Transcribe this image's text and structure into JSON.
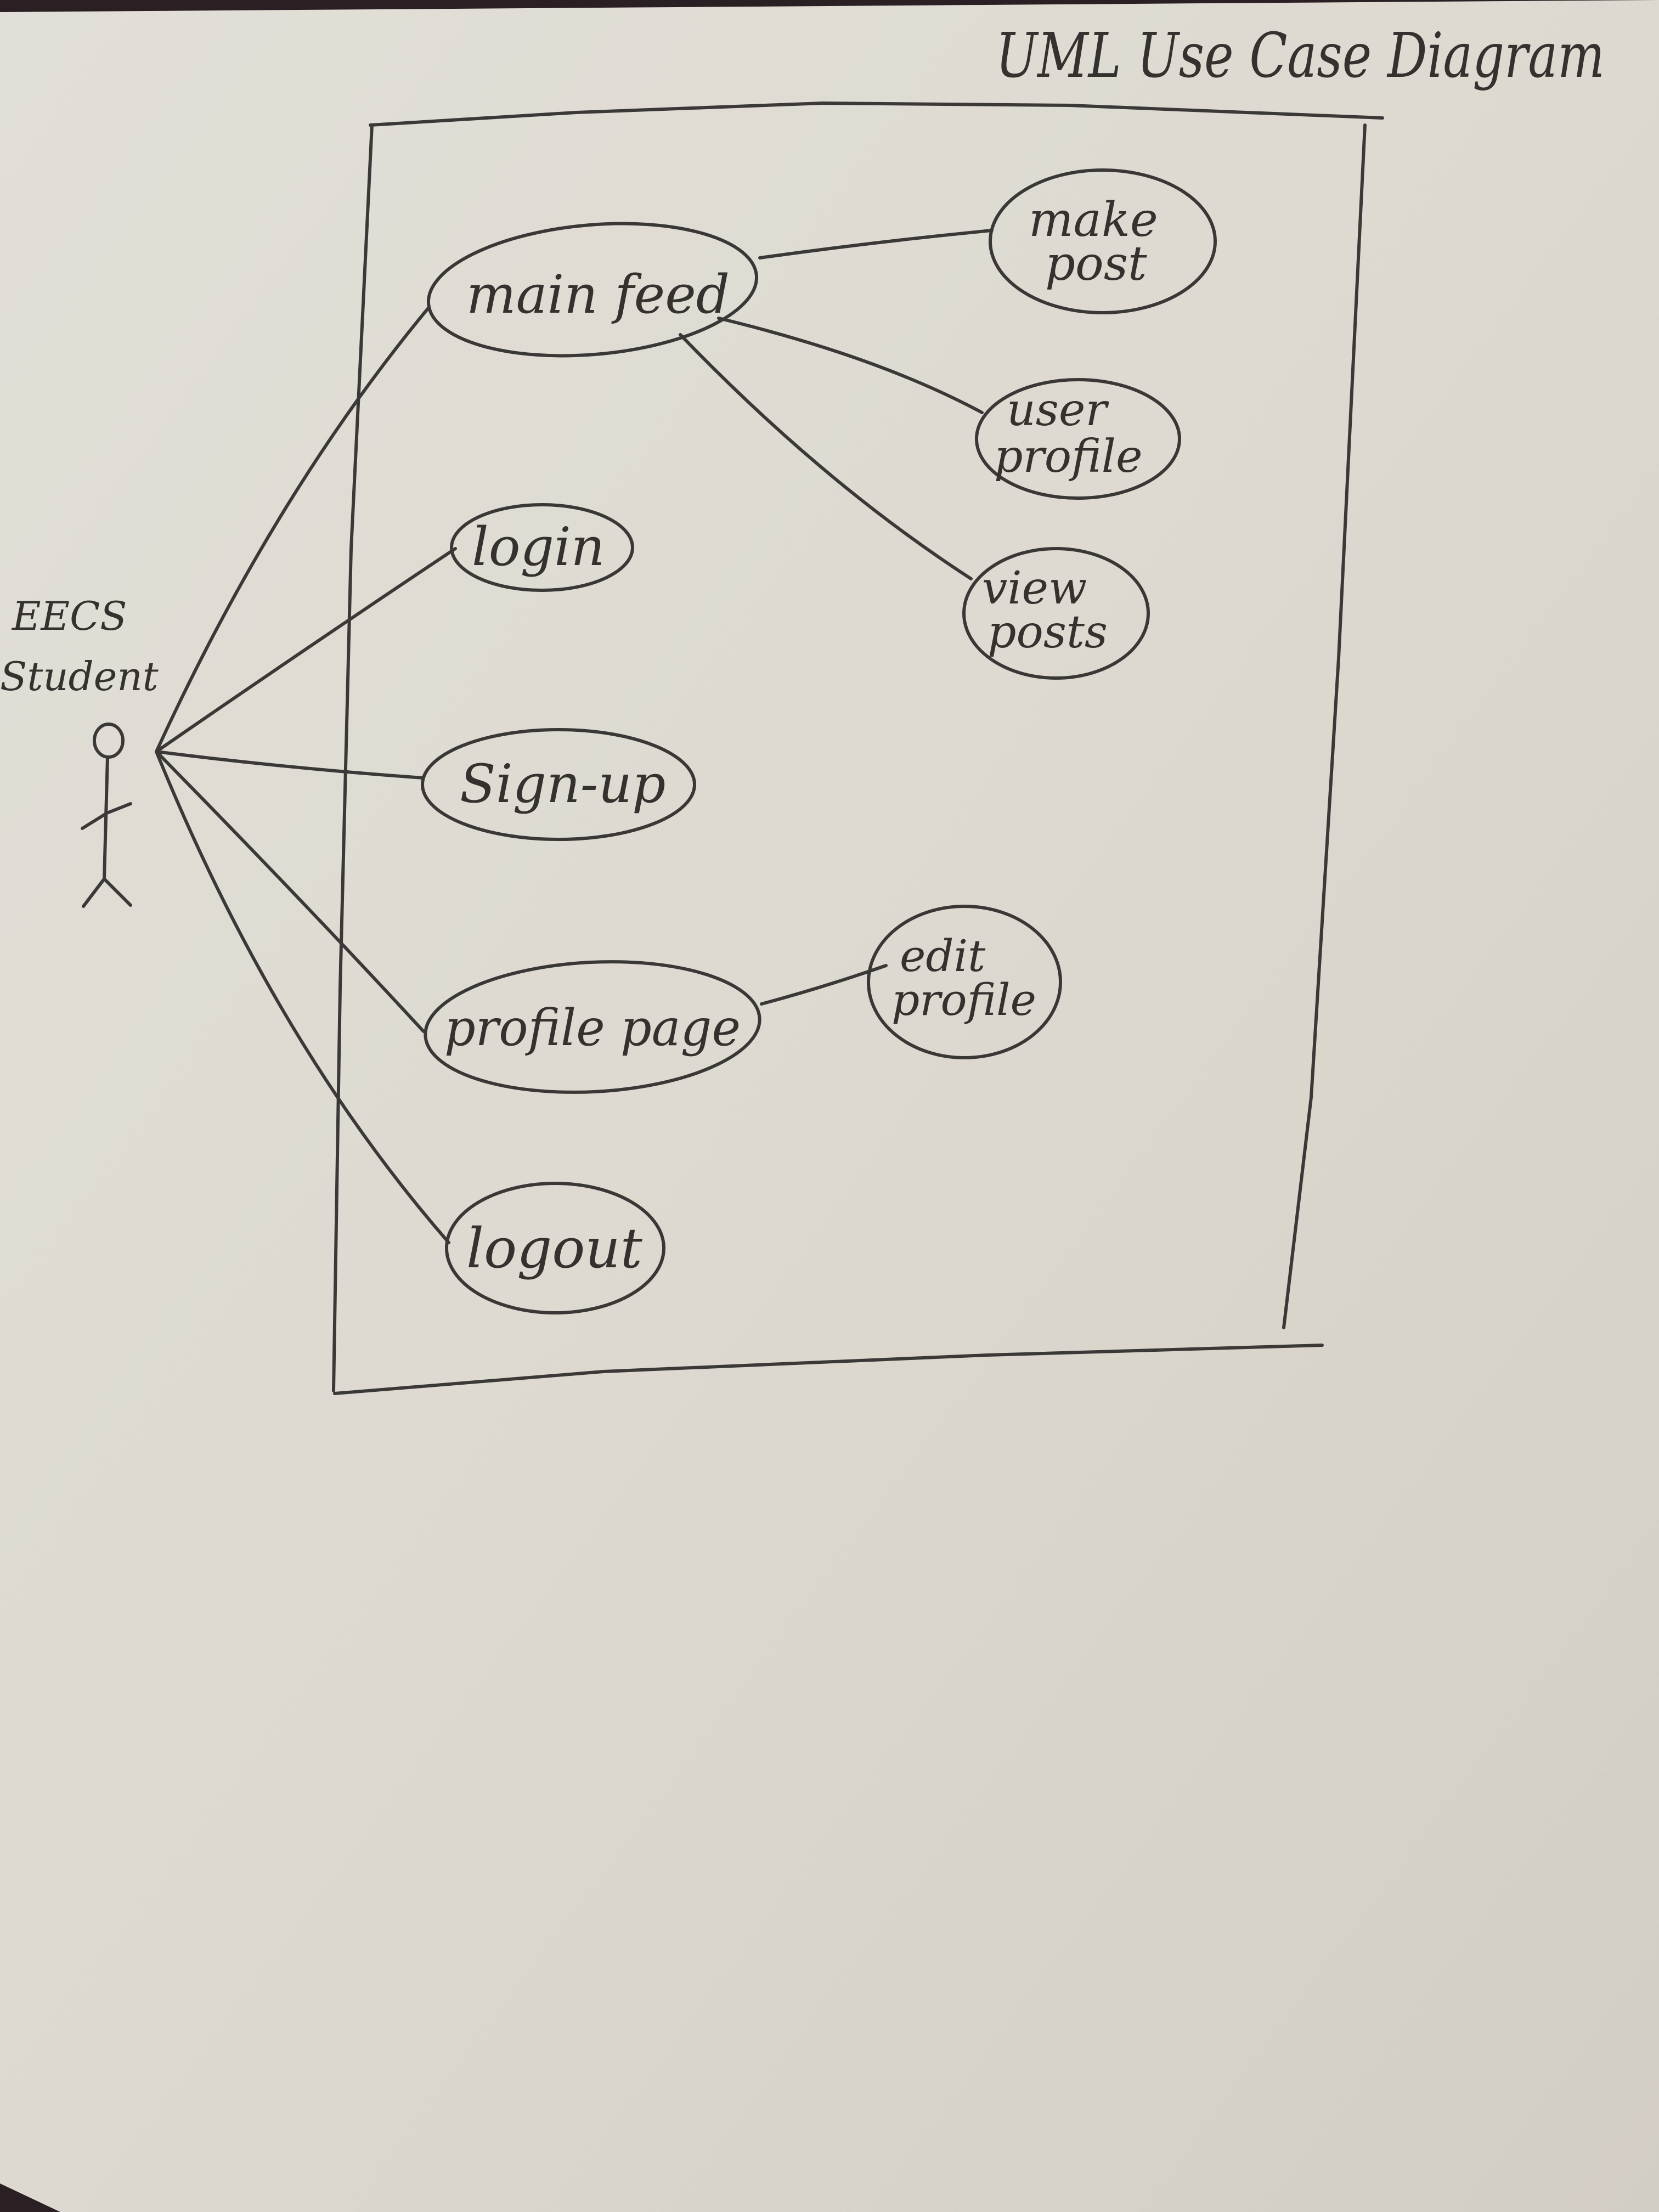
{
  "diagram": {
    "title": "UML Use Case Diagram",
    "actor": {
      "label_line1": "EECS",
      "label_line2": "Student"
    },
    "use_cases": {
      "main_feed": "main feed",
      "login": "login",
      "sign_up": "Sign-up",
      "profile_page": "profile page",
      "logout": "logout",
      "make_post_line1": "make",
      "make_post_line2": "post",
      "user_profile_line1": "user",
      "user_profile_line2": "profile",
      "view_posts_line1": "view",
      "view_posts_line2": "posts",
      "edit_profile_line1": "edit",
      "edit_profile_line2": "profile"
    },
    "colors": {
      "paper": "#ddd9d0",
      "pencil": "#3b3937",
      "background": "#2a2024"
    }
  }
}
